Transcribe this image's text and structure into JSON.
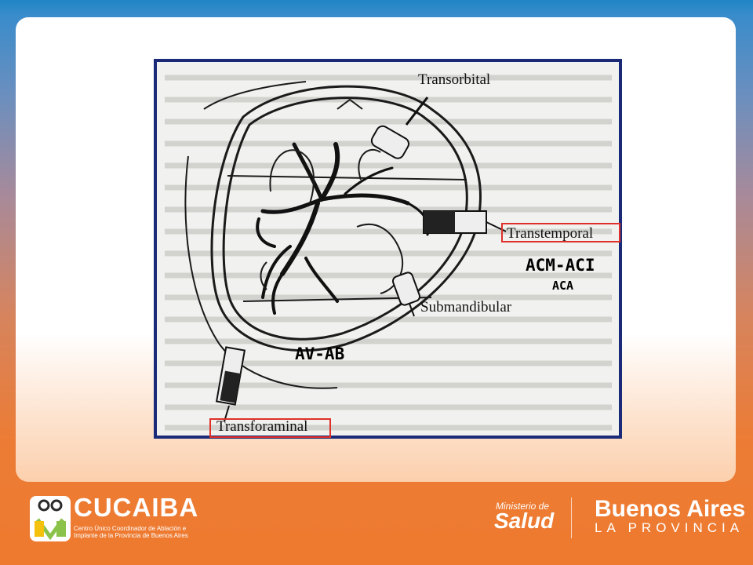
{
  "figure": {
    "labels": {
      "transorbital": "Transorbital",
      "transtemporal": "Transtemporal",
      "submandibular": "Submandibular",
      "transforaminal": "Transforaminal"
    }
  },
  "overlay": {
    "acm_aci": "ACM-ACI",
    "aca": "ACA",
    "av_ab": "AV-AB"
  },
  "footer": {
    "cucaiba": {
      "title": "CUCAIBA",
      "subtitle": "Centro Único Coordinador de Ablación e Implante de la Provincia de Buenos Aires"
    },
    "ministerio": {
      "line1": "Ministerio de",
      "line2": "Salud"
    },
    "provincia": {
      "line1": "Buenos Aires",
      "line2": "LA PROVINCIA"
    }
  },
  "colors": {
    "highlight_box": "#e0302a",
    "figure_border": "#1a2a78",
    "footer_orange": "#ee7a2f"
  }
}
